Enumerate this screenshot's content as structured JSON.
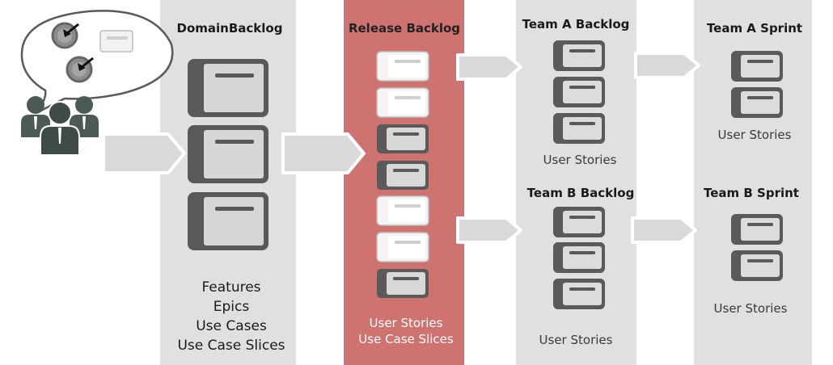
{
  "diagram": {
    "columns": {
      "domain": {
        "title": "DomainBacklog",
        "items": [
          "Features",
          "Epics",
          "Use Cases",
          "Use Case Slices"
        ]
      },
      "release": {
        "title": "Release Backlog",
        "items": [
          "User Stories",
          "Use Case Slices"
        ]
      },
      "team_a_backlog": {
        "title": "Team A Backlog",
        "label": "User Stories"
      },
      "team_b_backlog": {
        "title": "Team B Backlog",
        "label": "User Stories"
      },
      "team_a_sprint": {
        "title": "Team A Sprint",
        "label": "User Stories"
      },
      "team_b_sprint": {
        "title": "Team B Sprint",
        "label": "User Stories"
      }
    },
    "colors": {
      "column_bg": "#e0e0e0",
      "release_bg": "#cf7370",
      "dark_card": "#595959",
      "light_card": "#d6d6d6",
      "arrow": "#d9d9d9"
    },
    "icons": [
      "stakeholders-icon",
      "thought-bubble-icon",
      "target-icon",
      "backlog-card-icon",
      "arrow-right-icon"
    ]
  }
}
